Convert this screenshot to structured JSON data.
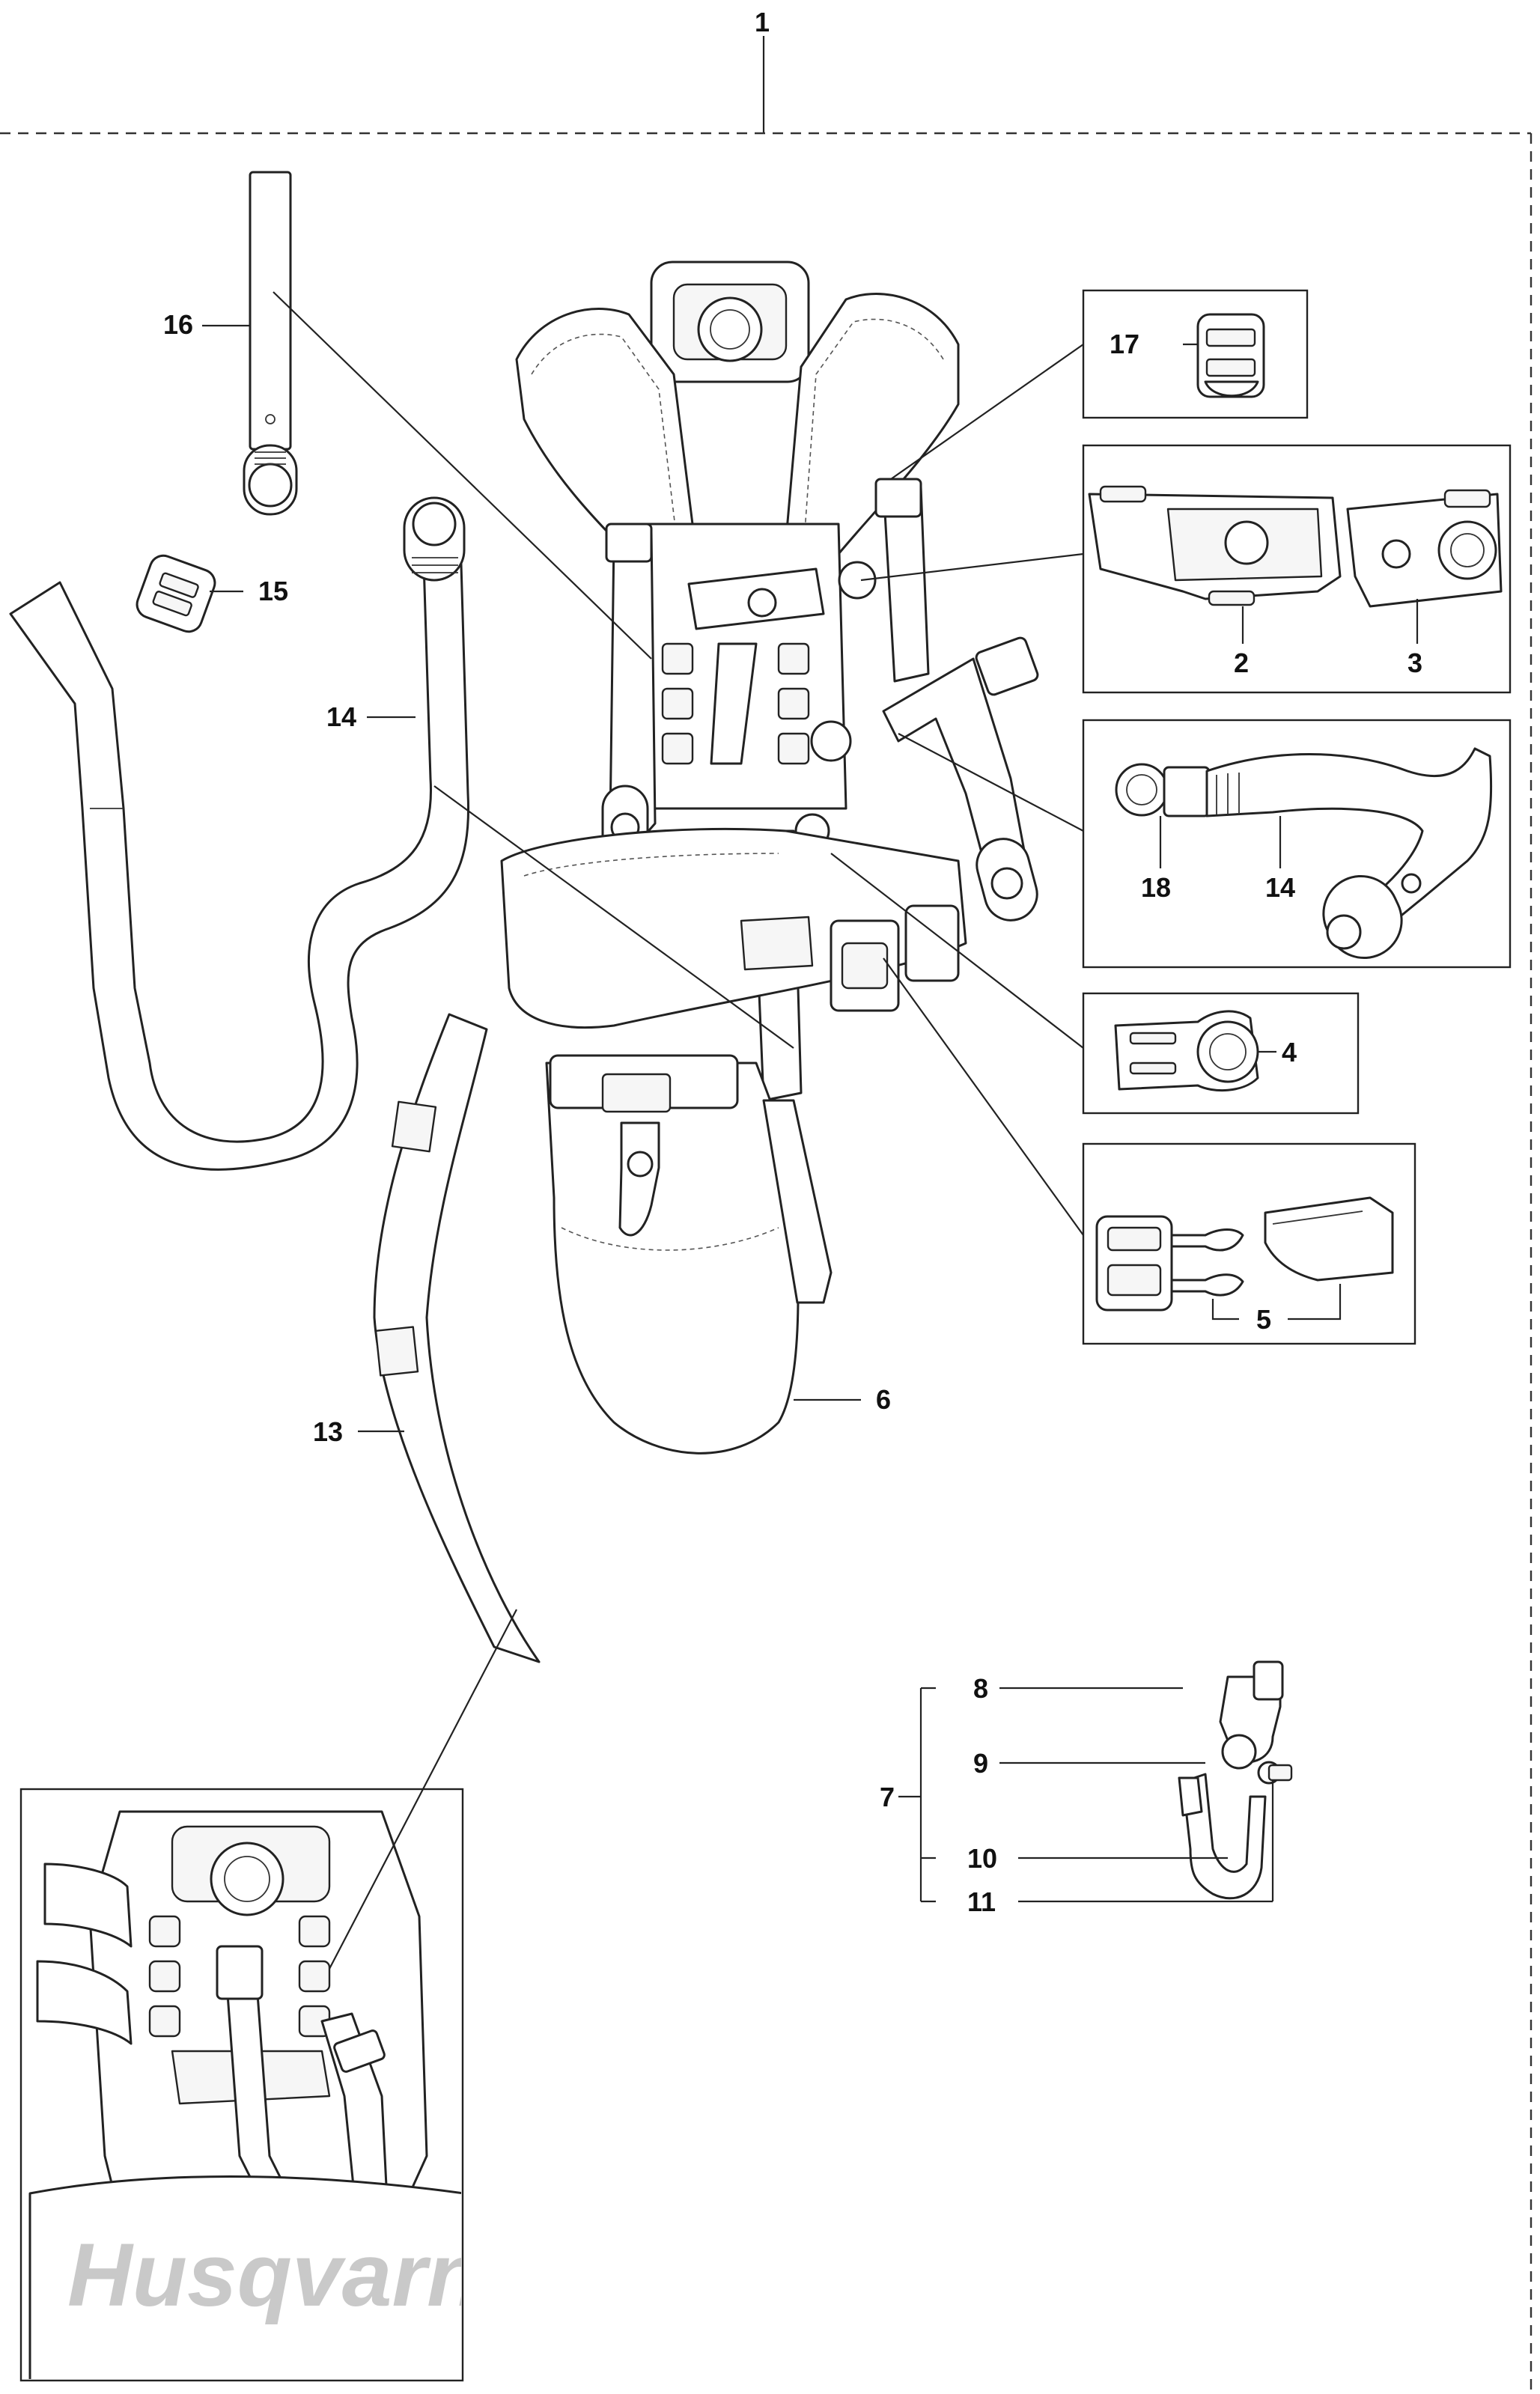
{
  "labels": {
    "l1": "1",
    "l2": "2",
    "l3": "3",
    "l4": "4",
    "l5": "5",
    "l6": "6",
    "l7": "7",
    "l8": "8",
    "l9": "9",
    "l10": "10",
    "l11": "11",
    "l13": "13",
    "l14a": "14",
    "l14b": "14",
    "l15": "15",
    "l16": "16",
    "l17": "17",
    "l18": "18"
  },
  "brand": "Husqvarna"
}
